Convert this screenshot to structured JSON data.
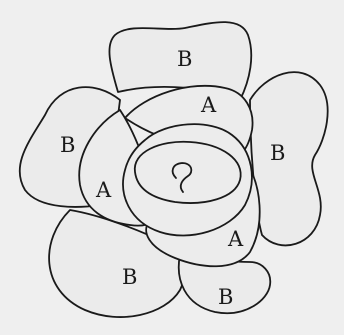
{
  "diagram": {
    "labels": {
      "outer_top": "B",
      "outer_left": "B",
      "outer_right": "B",
      "outer_bottom_left": "B",
      "outer_bottom_right": "B",
      "inner_top": "A",
      "inner_left": "A",
      "inner_bottom_right": "A"
    },
    "colors": {
      "stroke": "#1a1a1a",
      "fill": "#ebebeb",
      "background": "#efefef"
    }
  }
}
